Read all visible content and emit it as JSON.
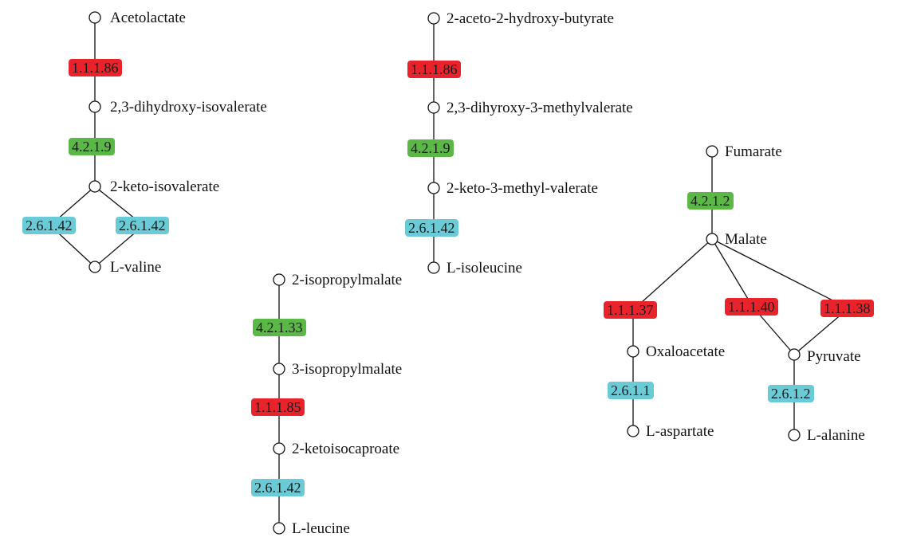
{
  "colors": {
    "red": "#e8232b",
    "green": "#5bb847",
    "cyan": "#6acbd6",
    "edge": "#111111"
  },
  "pathways": {
    "valine": {
      "acetolactate": "Acetolactate",
      "ec_1_1_1_86": "1.1.1.86",
      "dihydroxy_isovalerate": "2,3-dihydroxy-isovalerate",
      "ec_4_2_1_9": "4.2.1.9",
      "keto_isovalerate": "2-keto-isovalerate",
      "ec_2_6_1_42_left": "2.6.1.42",
      "ec_2_6_1_42_right": "2.6.1.42",
      "l_valine": "L-valine"
    },
    "isoleucine": {
      "aceto_hydroxy_butyrate": "2-aceto-2-hydroxy-butyrate",
      "ec_1_1_1_86": "1.1.1.86",
      "dihyroxy_methylvalerate": "2,3-dihyroxy-3-methylvalerate",
      "ec_4_2_1_9": "4.2.1.9",
      "keto_methyl_valerate": "2-keto-3-methyl-valerate",
      "ec_2_6_1_42": "2.6.1.42",
      "l_isoleucine": "L-isoleucine"
    },
    "leucine": {
      "isopropylmalate_2": "2-isopropylmalate",
      "ec_4_2_1_33": "4.2.1.33",
      "isopropylmalate_3": "3-isopropylmalate",
      "ec_1_1_1_85": "1.1.1.85",
      "ketoisocaproate": "2-ketoisocaproate",
      "ec_2_6_1_42": "2.6.1.42",
      "l_leucine": "L-leucine"
    },
    "malate": {
      "fumarate": "Fumarate",
      "ec_4_2_1_2": "4.2.1.2",
      "malate": "Malate",
      "ec_1_1_1_37": "1.1.1.37",
      "ec_1_1_1_40": "1.1.1.40",
      "ec_1_1_1_38": "1.1.1.38",
      "oxaloacetate": "Oxaloacetate",
      "pyruvate": "Pyruvate",
      "ec_2_6_1_1": "2.6.1.1",
      "ec_2_6_1_2": "2.6.1.2",
      "l_aspartate": "L-aspartate",
      "l_alanine": "L-alanine"
    }
  }
}
